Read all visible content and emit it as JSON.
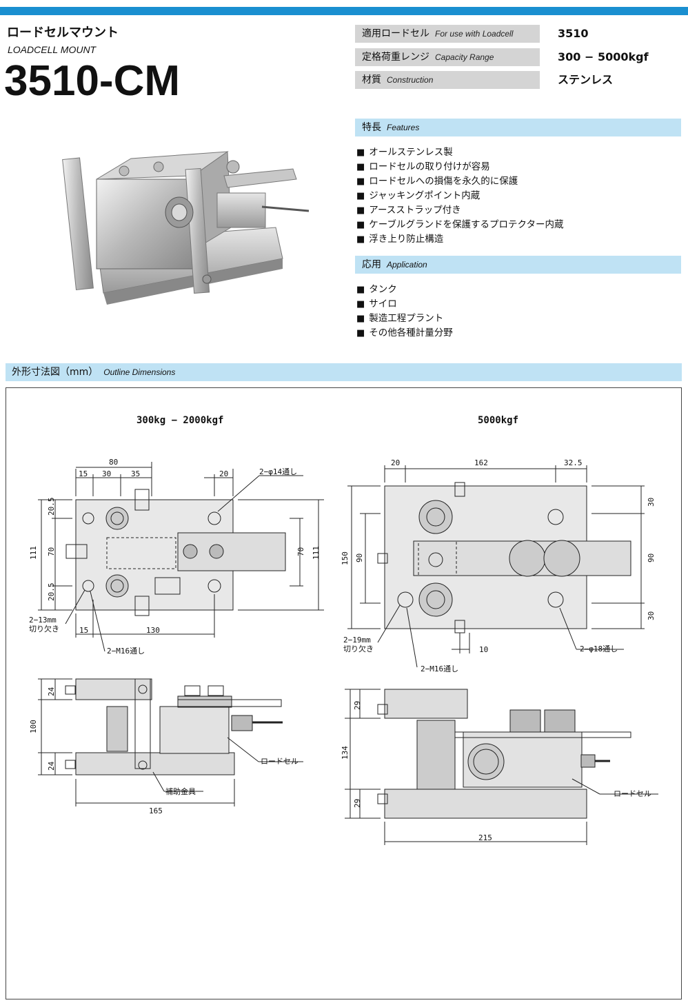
{
  "header": {
    "title_jp": "ロードセルマウント",
    "title_en": "LOADCELL MOUNT",
    "model": "3510-CM",
    "accent_color": "#1a8fd0"
  },
  "specs": [
    {
      "label_jp": "適用ロードセル",
      "label_en": "For use with Loadcell",
      "value": "3510"
    },
    {
      "label_jp": "定格荷重レンジ",
      "label_en": "Capacity Range",
      "value": "300 − 5000kgf"
    },
    {
      "label_jp": "材質",
      "label_en": "Construction",
      "value": "ステンレス"
    }
  ],
  "features": {
    "heading_jp": "特長",
    "heading_en": "Features",
    "items": [
      "オールステンレス製",
      "ロードセルの取り付けが容易",
      "ロードセルへの損傷を永久的に保護",
      "ジャッキングポイント内蔵",
      "アースストラップ付き",
      "ケーブルグランドを保護するプロテクター内蔵",
      "浮き上り防止構造"
    ]
  },
  "application": {
    "heading_jp": "応用",
    "heading_en": "Application",
    "items": [
      "タンク",
      "サイロ",
      "製造工程プラント",
      "その他各種計量分野"
    ]
  },
  "outline": {
    "heading_jp": "外形寸法図（mm）",
    "heading_en": "Outline Dimensions",
    "left_title": "300kg − 2000kgf",
    "right_title": "5000kgf",
    "left_top_dims": {
      "overall": "80",
      "d1": "15",
      "d2": "30",
      "d3": "35",
      "d4": "20",
      "hole": "2−φ14通し"
    },
    "left_side_dims": {
      "a": "20.5",
      "b": "70",
      "c": "20.5",
      "total": "111",
      "inner": "70",
      "outer": "111"
    },
    "left_bottom_dims": {
      "notch": "2−13mm\n切り欠き",
      "notch_line1": "2−13mm",
      "notch_line2": "切り欠き",
      "d1": "15",
      "d2": "130",
      "tap": "2−M16通し"
    },
    "left_side_view": {
      "h1": "24",
      "total": "100",
      "h2": "24",
      "width": "165",
      "loadcell": "ロードセル",
      "bracket": "補助金具"
    },
    "right_top_dims": {
      "d1": "20",
      "d2": "162",
      "d3": "32.5",
      "r1": "30",
      "r2": "90",
      "r3": "30",
      "left_total": "150",
      "left_inner": "90"
    },
    "right_bottom_dims": {
      "notch_line1": "2−19mm",
      "notch_line2": "切り欠き",
      "d": "10",
      "hole": "2−φ18通し",
      "tap": "2−M16通し"
    },
    "right_side_view": {
      "h1": "29",
      "total": "134",
      "h2": "29",
      "width": "215",
      "loadcell": "ロードセル"
    }
  }
}
